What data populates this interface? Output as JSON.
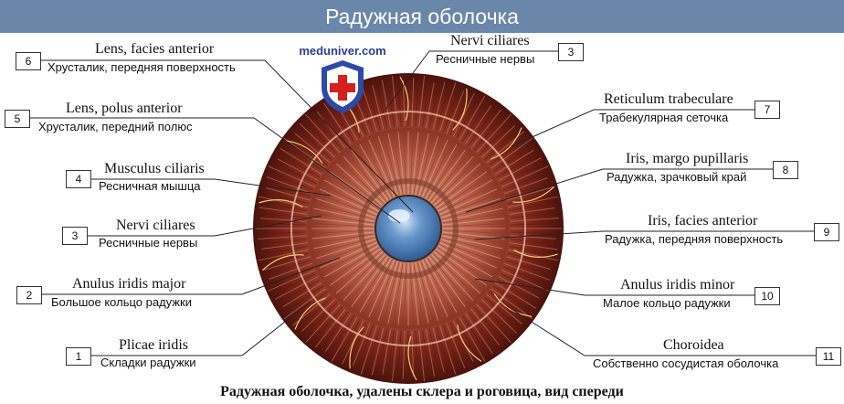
{
  "title": "Радужная оболочка",
  "watermark": "meduniver.com",
  "caption": "Радужная оболочка, удалены склера и роговица, вид спереди",
  "labels": [
    {
      "num": "6",
      "latin": "Lens, facies anterior",
      "ru": "Хрусталик, передняя поверхность"
    },
    {
      "num": "5",
      "latin": "Lens, polus anterior",
      "ru": "Хрусталик, передний полюс"
    },
    {
      "num": "4",
      "latin": "Musculus ciliaris",
      "ru": "Ресничная мышца"
    },
    {
      "num": "3",
      "latin": "Nervi ciliares",
      "ru": "Ресничные нервы"
    },
    {
      "num": "2",
      "latin": "Anulus iridis major",
      "ru": "Большое кольцо радужки"
    },
    {
      "num": "1",
      "latin": "Plicae iridis",
      "ru": "Складки радужки"
    },
    {
      "num": "3",
      "latin": "Nervi ciliares",
      "ru": "Ресничные нервы"
    },
    {
      "num": "7",
      "latin": "Reticulum trabeculare",
      "ru": "Трабекулярная сеточка"
    },
    {
      "num": "8",
      "latin": "Iris, margo pupillaris",
      "ru": "Радужка, зрачковый край"
    },
    {
      "num": "9",
      "latin": "Iris, facies anterior",
      "ru": "Радужка, передняя поверхность"
    },
    {
      "num": "10",
      "latin": "Anulus iridis minor",
      "ru": "Малое кольцо радужки"
    },
    {
      "num": "11",
      "latin": "Choroidea",
      "ru": "Собственно сосудистая оболочка"
    }
  ],
  "colors": {
    "title_bar": "#6a86a8",
    "iris_outer": "#7a2418",
    "iris_inner": "#b45a44",
    "pupil": "#4f7fb8"
  }
}
